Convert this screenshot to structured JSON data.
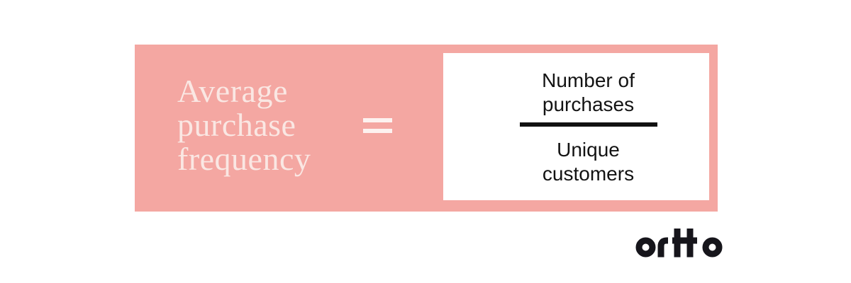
{
  "canvas": {
    "background": "#ffffff"
  },
  "card": {
    "background": "#f4a7a2",
    "title_lines": [
      "Average",
      "purchase",
      "frequency"
    ],
    "title_color": "#fae7e3",
    "equals_symbol": "="
  },
  "fraction": {
    "numerator_lines": [
      "Number of",
      "purchases"
    ],
    "denominator_lines": [
      "Unique",
      "customers"
    ],
    "text_color": "#131313",
    "bar_color": "#111111",
    "box_background": "#ffffff"
  },
  "brand": {
    "logo_text": "ortto",
    "logo_color": "#16151b"
  }
}
